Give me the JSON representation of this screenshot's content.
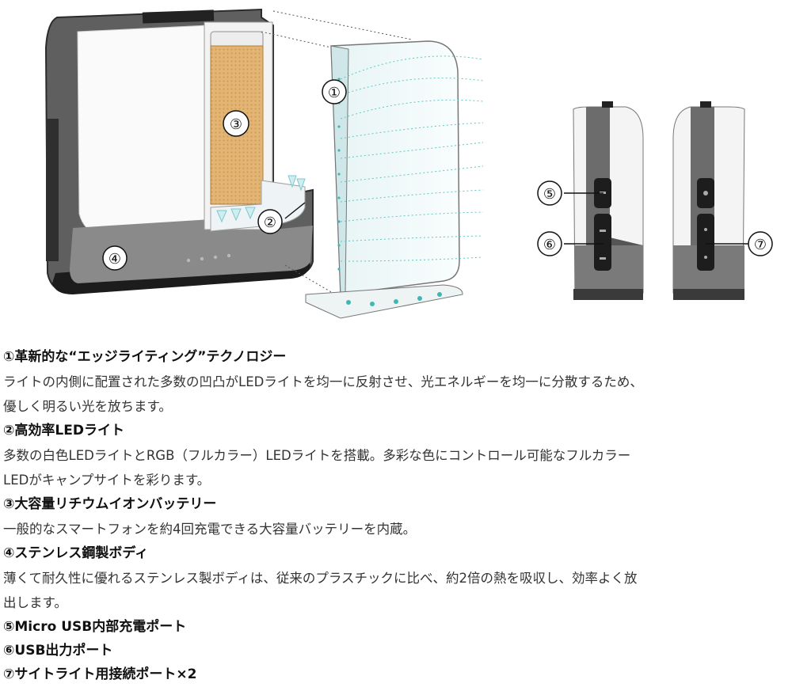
{
  "diagram": {
    "callouts": [
      "①",
      "②",
      "③",
      "④",
      "⑤",
      "⑥",
      "⑦"
    ]
  },
  "features": [
    {
      "title": "①革新的な“エッジライティング”テクノロジー",
      "desc": [
        "ライトの内側に配置された多数の凹凸がLEDライトを均一に反射させ、光エネルギーを均一に分散するため、",
        "優しく明るい光を放ちます。"
      ]
    },
    {
      "title": "②高効率LEDライト",
      "desc": [
        "多数の白色LEDライトとRGB（フルカラー）LEDライトを搭載。多彩な色にコントロール可能なフルカラー",
        "LEDがキャンプサイトを彩ります。"
      ]
    },
    {
      "title": "③大容量リチウムイオンバッテリー",
      "desc": [
        "一般的なスマートフォンを約4回充電できる大容量バッテリーを内蔵。"
      ]
    },
    {
      "title": "④ステンレス鋼製ボディ",
      "desc": [
        "薄くて耐久性に優れるステンレス製ボディは、従来のプラスチックに比べ、約2倍の熱を吸収し、効率よく放",
        "出します。"
      ]
    },
    {
      "title": "⑤Micro USB内部充電ポート",
      "desc": []
    },
    {
      "title": "⑥USB出力ポート",
      "desc": []
    },
    {
      "title": "⑦サイトライト用接続ポート×2",
      "desc": []
    }
  ]
}
